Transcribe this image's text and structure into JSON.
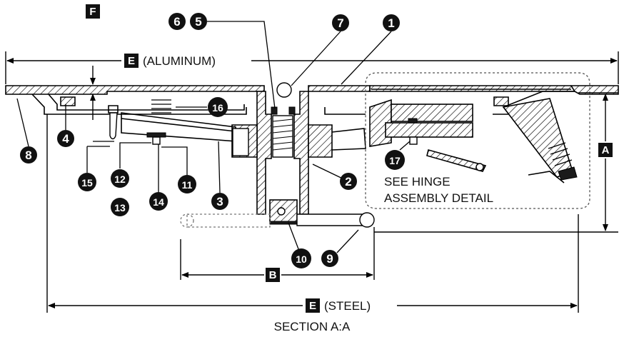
{
  "labels": {
    "aluminum": "(ALUMINUM)",
    "steel": "(STEEL)",
    "see_hinge_line1": "SEE HINGE",
    "see_hinge_line2": "ASSEMBLY DETAIL",
    "section": "SECTION A:A"
  },
  "dimension_letters": {
    "A": "A",
    "B": "B",
    "E_top": "E",
    "E_bottom": "E",
    "F": "F"
  },
  "callouts": [
    "1",
    "2",
    "3",
    "4",
    "5",
    "6",
    "7",
    "8",
    "9",
    "10",
    "11",
    "12",
    "13",
    "14",
    "15",
    "16",
    "17"
  ]
}
